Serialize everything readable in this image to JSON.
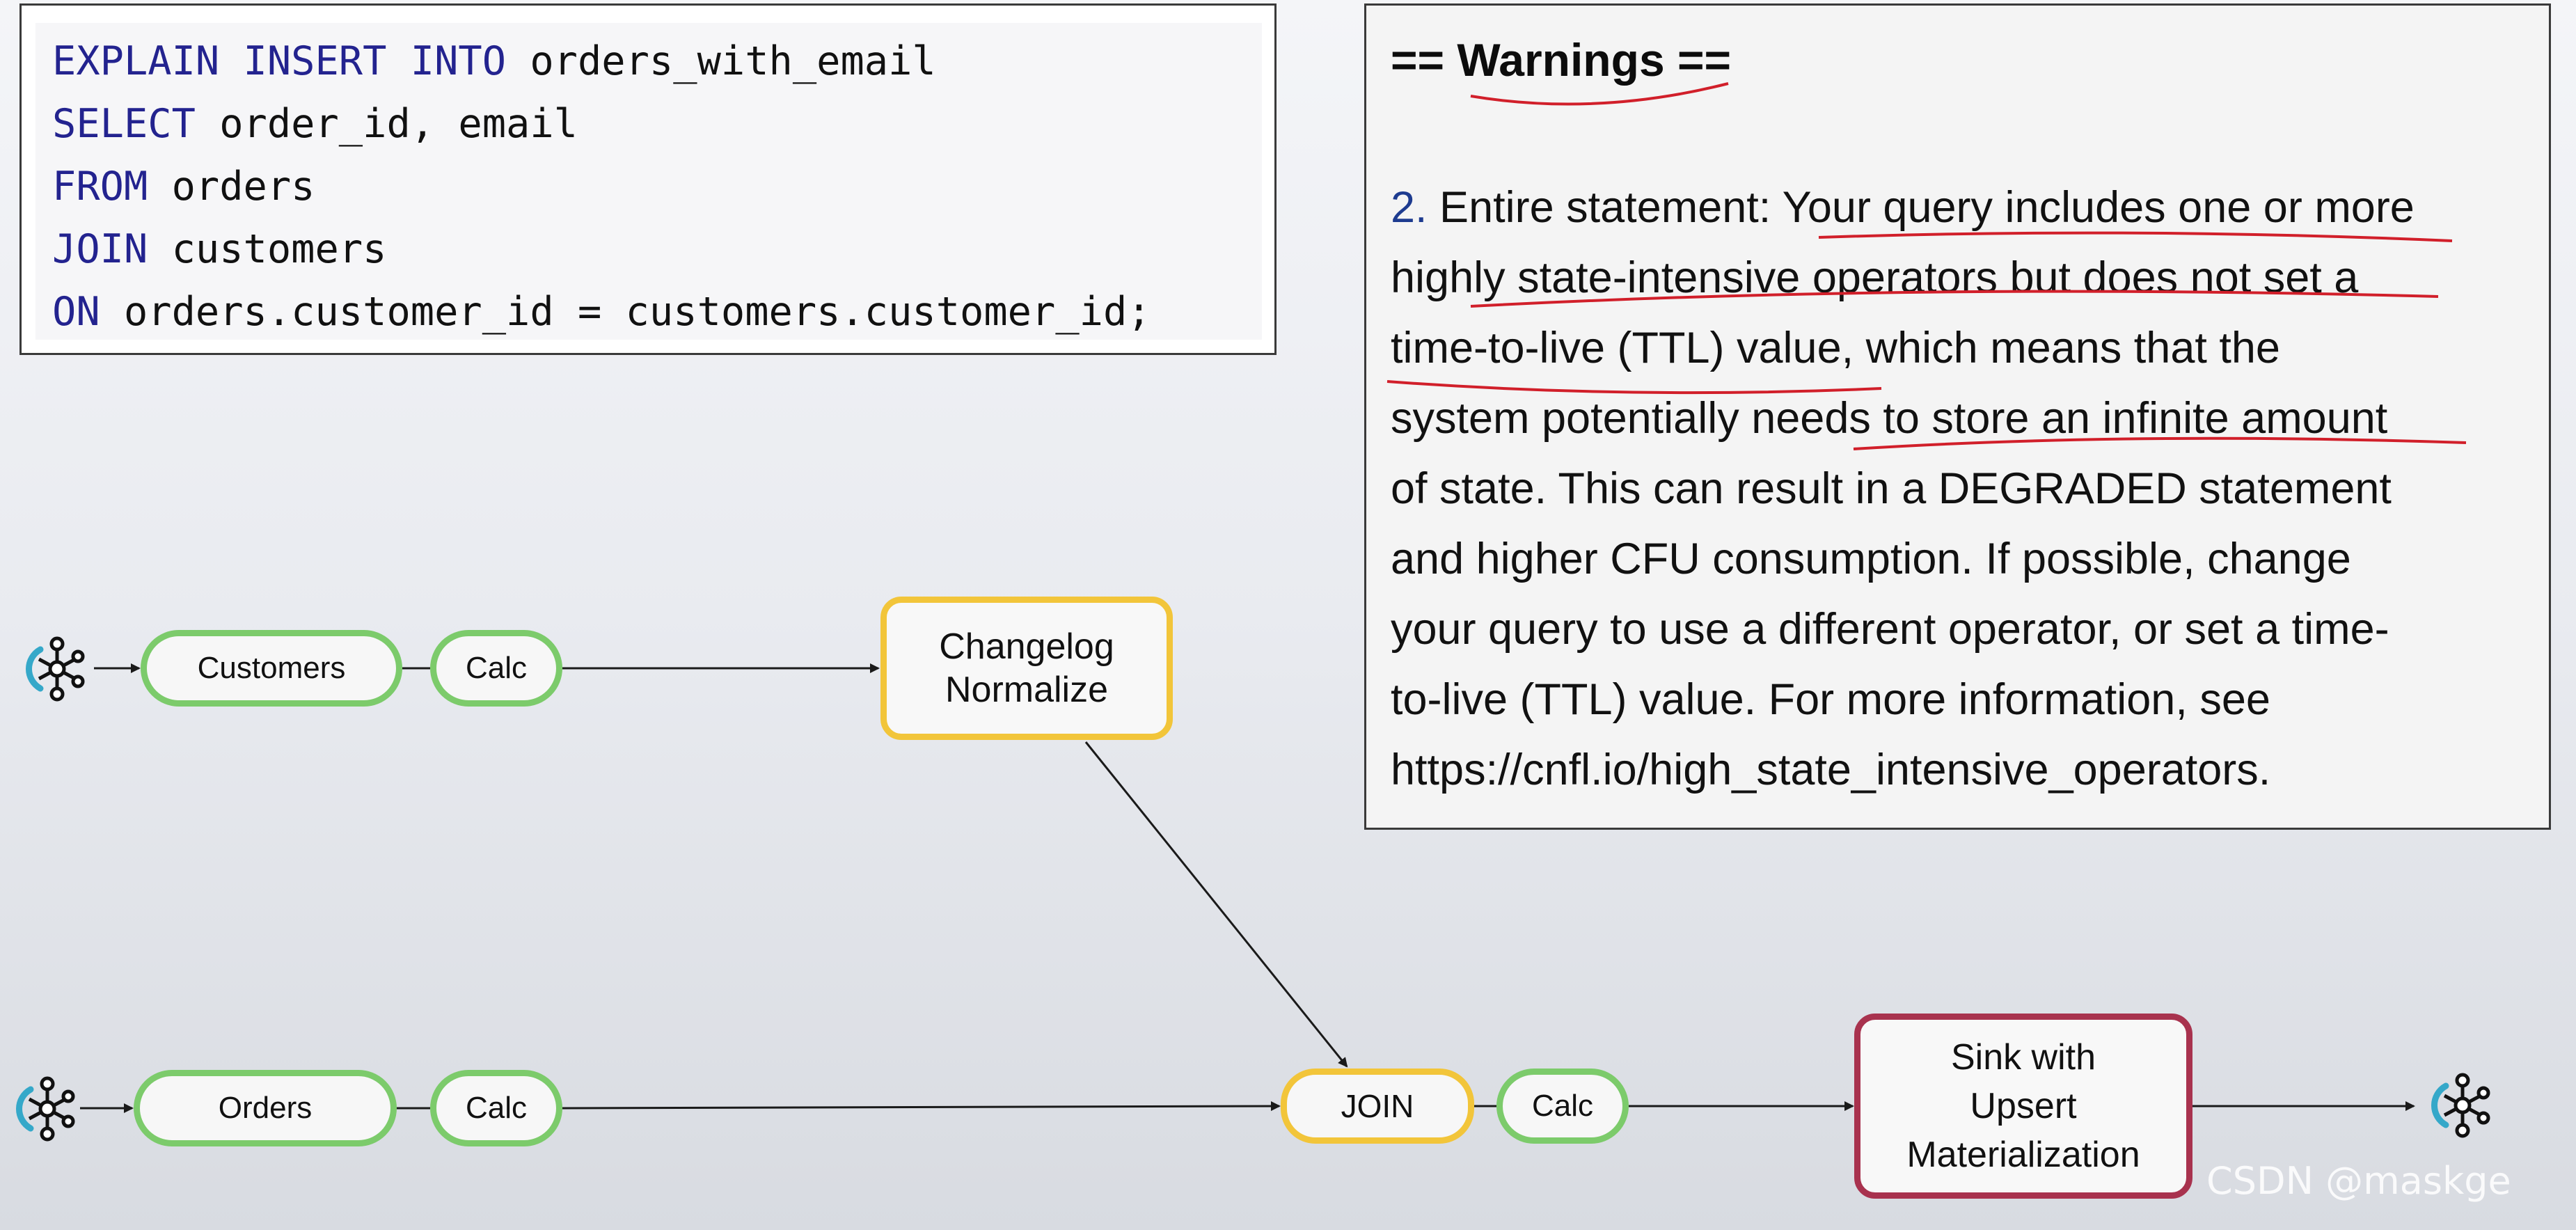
{
  "code": {
    "lines": [
      {
        "kw": "EXPLAIN INSERT INTO",
        "rest": " orders_with_email"
      },
      {
        "kw": "SELECT",
        "rest": " order_id, email"
      },
      {
        "kw": "FROM",
        "rest": " orders"
      },
      {
        "kw": "JOIN",
        "rest": " customers"
      },
      {
        "kw": "ON",
        "rest": " orders.customer_id = customers.customer_id;"
      }
    ]
  },
  "warnings": {
    "title": "== Warnings ==",
    "number": "2.",
    "lines": [
      " Entire statement: Your query includes one or more",
      "highly state-intensive operators but does not set a",
      "time-to-live (TTL) value, which means that the",
      "system potentially needs to store an infinite amount",
      "of state. This can result in a DEGRADED statement",
      "and higher CFU consumption. If possible, change",
      "your query to use a different operator, or set a time-",
      "to-live (TTL) value. For more information, see",
      "https://cnfl.io/high_state_intensive_operators."
    ]
  },
  "diagram": {
    "customers": "Customers",
    "calc_top": "Calc",
    "changelog_1": "Changelog",
    "changelog_2": "Normalize",
    "orders": "Orders",
    "calc_bottom": "Calc",
    "join": "JOIN",
    "calc_after_join": "Calc",
    "sink_1": "Sink with",
    "sink_2": "Upsert",
    "sink_3": "Materialization"
  },
  "icons": {
    "source_top": "kafka-icon",
    "source_bottom": "kafka-icon",
    "sink_target": "kafka-icon"
  },
  "colors": {
    "green": "#7ccb6b",
    "yellow": "#f2c53a",
    "red": "#a8324e",
    "underline": "#d11f2a",
    "keyword": "#23238f"
  },
  "watermark": "CSDN @maskge"
}
